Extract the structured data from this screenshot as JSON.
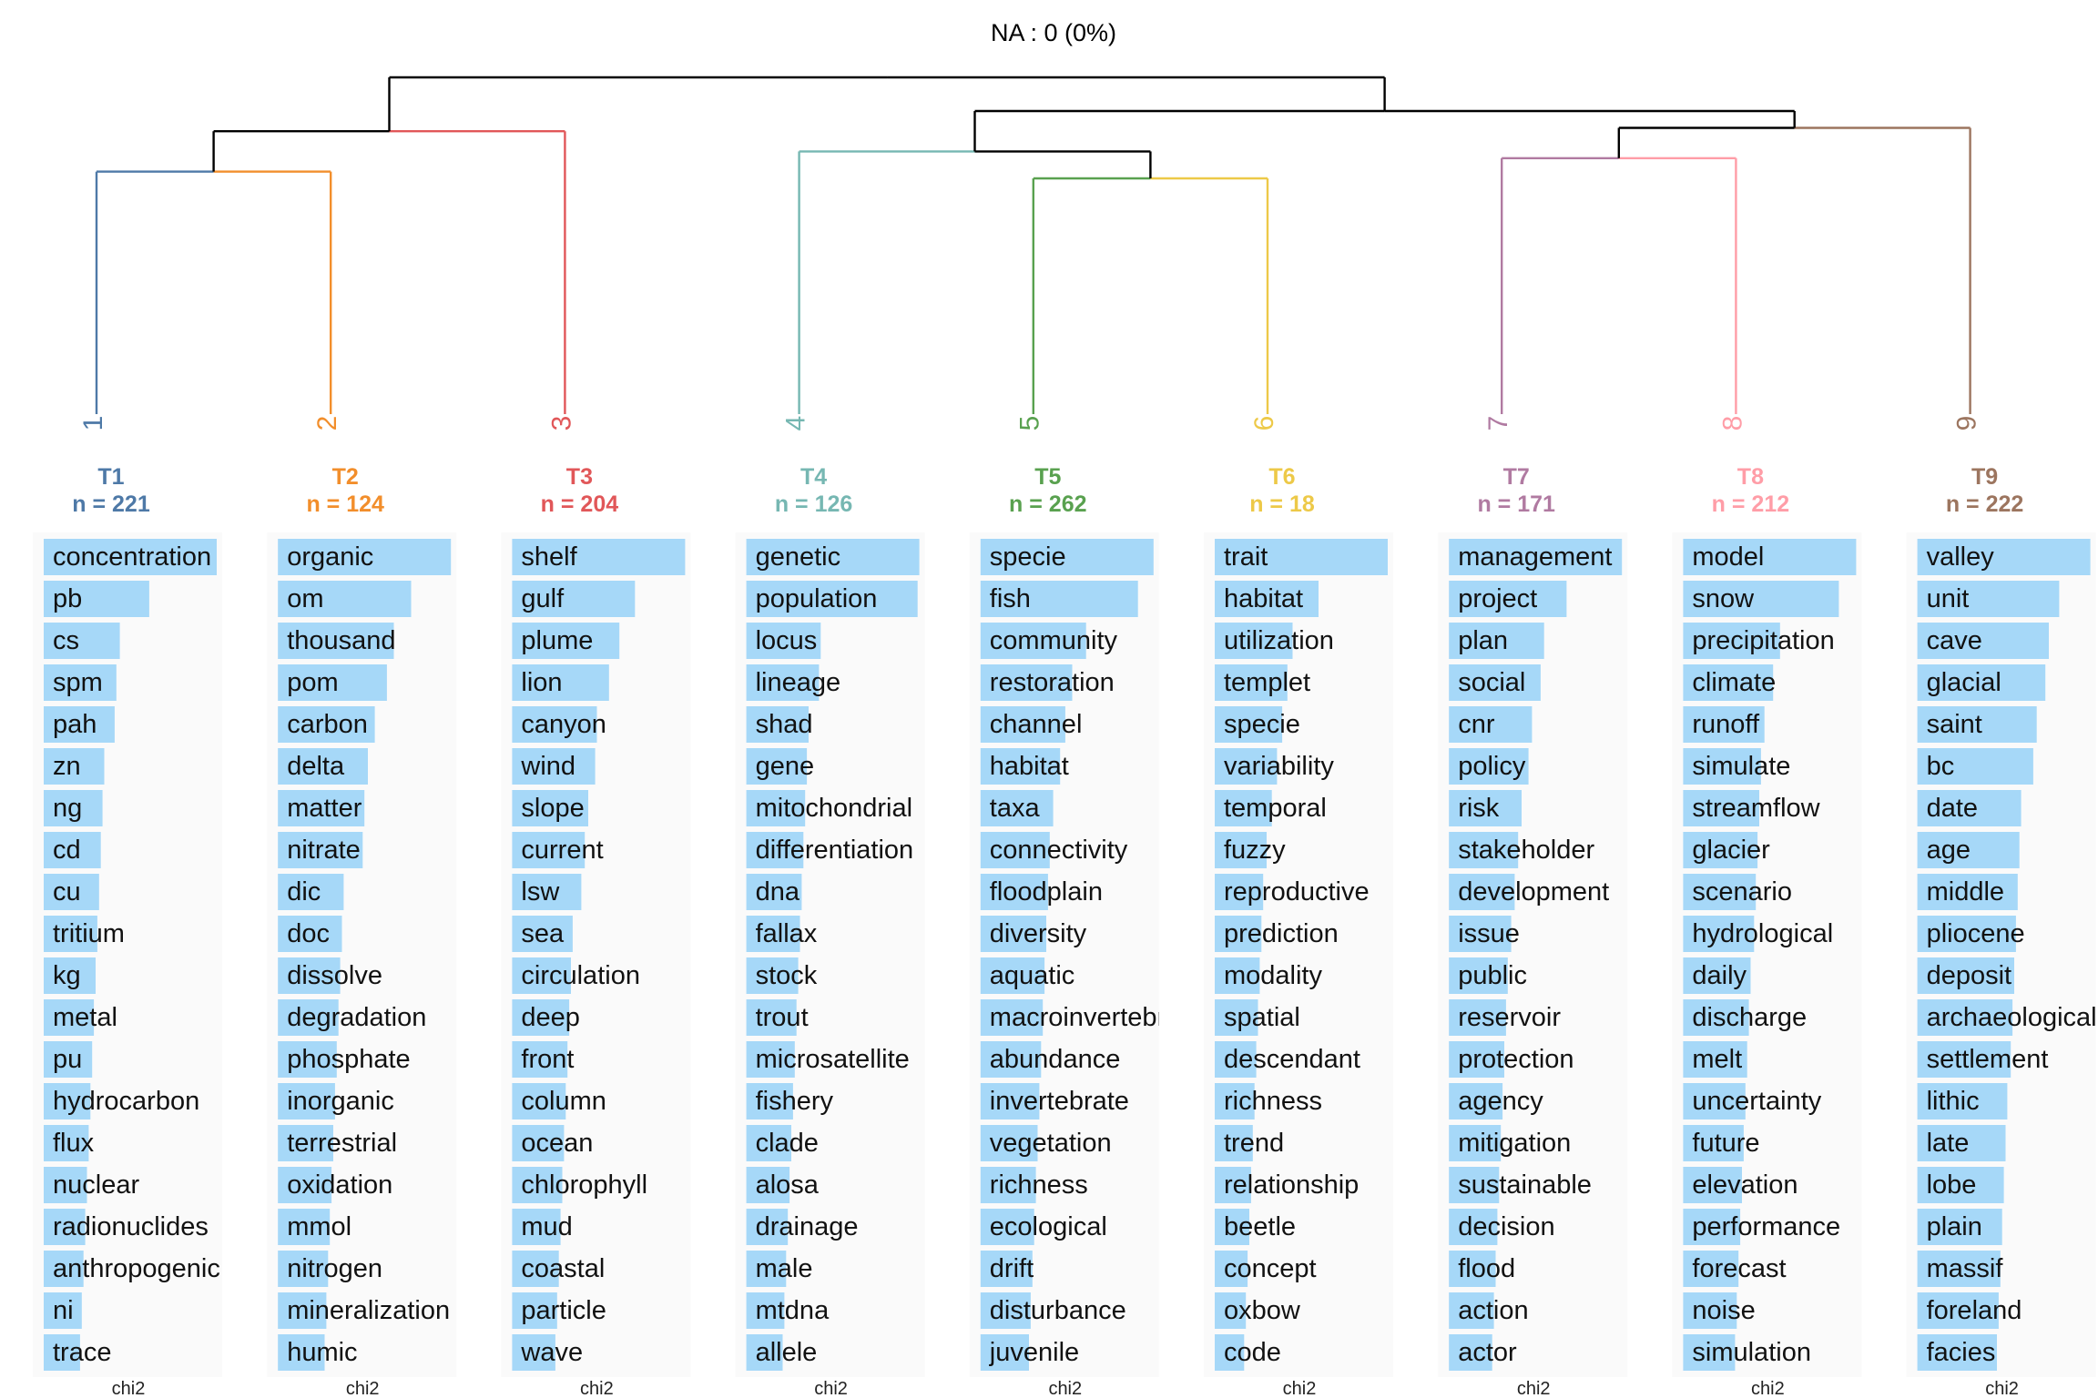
{
  "title": "NA : 0 (0%)",
  "colors": {
    "bar": "#A6D8F8",
    "panel_bg": "#FAFAFA",
    "branch_root": "#000000",
    "clusters": [
      "#4E79A7",
      "#F28E2B",
      "#E15759",
      "#76B7B2",
      "#59A14F",
      "#EDC948",
      "#B07AA1",
      "#FF9DA7",
      "#9C755F"
    ]
  },
  "chart_data": {
    "type": "bar",
    "layout": "dendrogram with one horizontal bar panel per cluster",
    "bar_orientation": "horizontal",
    "x_axis_label": "chi2",
    "dendrogram": {
      "leaves": [
        "1",
        "2",
        "3",
        "4",
        "5",
        "6",
        "7",
        "8",
        "9"
      ],
      "merges": [
        {
          "left": "1",
          "right": "2",
          "level": 0.72
        },
        {
          "left": "5",
          "right": "6",
          "level": 0.7
        },
        {
          "left": "7",
          "right": "8",
          "level": 0.76
        },
        {
          "left": "12",
          "right": "3",
          "level": 0.84
        },
        {
          "left": "4",
          "right": "56",
          "level": 0.78
        },
        {
          "left": "78",
          "right": "9",
          "level": 0.85
        },
        {
          "left": "456",
          "right": "789",
          "level": 0.9
        },
        {
          "left": "123",
          "right": "456789",
          "level": 1.0
        }
      ]
    },
    "clusters": [
      {
        "label": "T1",
        "n_label": "n = 221",
        "leaf": "1",
        "terms": [
          "concentration",
          "pb",
          "cs",
          "spm",
          "pah",
          "zn",
          "ng",
          "cd",
          "cu",
          "tritium",
          "kg",
          "metal",
          "pu",
          "hydrocarbon",
          "flux",
          "nuclear",
          "radionuclides",
          "anthropogenic",
          "ni",
          "trace"
        ],
        "values": [
          100,
          61,
          44,
          42,
          41,
          35,
          34,
          33,
          32,
          31,
          30,
          29,
          28,
          27,
          26,
          25,
          24,
          23,
          22,
          21
        ]
      },
      {
        "label": "T2",
        "n_label": "n = 124",
        "leaf": "2",
        "terms": [
          "organic",
          "om",
          "thousand",
          "pom",
          "carbon",
          "delta",
          "matter",
          "nitrate",
          "dic",
          "doc",
          "dissolve",
          "degradation",
          "phosphate",
          "inorganic",
          "terrestrial",
          "oxidation",
          "mmol",
          "nitrogen",
          "mineralization",
          "humic"
        ],
        "values": [
          100,
          77,
          67,
          63,
          56,
          52,
          50,
          49,
          38,
          37,
          36,
          35,
          34,
          33,
          32,
          31,
          30,
          29,
          28,
          27
        ]
      },
      {
        "label": "T3",
        "n_label": "n = 204",
        "leaf": "3",
        "terms": [
          "shelf",
          "gulf",
          "plume",
          "lion",
          "canyon",
          "wind",
          "slope",
          "current",
          "lsw",
          "sea",
          "circulation",
          "deep",
          "front",
          "column",
          "ocean",
          "chlorophyll",
          "mud",
          "coastal",
          "particle",
          "wave"
        ],
        "values": [
          100,
          71,
          62,
          56,
          49,
          48,
          44,
          42,
          40,
          35,
          34,
          33,
          32,
          31,
          30,
          29,
          28,
          27,
          26,
          25
        ]
      },
      {
        "label": "T4",
        "n_label": "n = 126",
        "leaf": "4",
        "terms": [
          "genetic",
          "population",
          "locus",
          "lineage",
          "shad",
          "gene",
          "mitochondrial",
          "differentiation",
          "dna",
          "fallax",
          "stock",
          "trout",
          "microsatellite",
          "fishery",
          "clade",
          "alosa",
          "drainage",
          "male",
          "mtdna",
          "allele"
        ],
        "values": [
          100,
          99,
          43,
          42,
          36,
          35,
          34,
          33,
          32,
          31,
          30,
          29,
          28,
          27,
          26,
          25,
          24,
          23,
          22,
          21
        ]
      },
      {
        "label": "T5",
        "n_label": "n = 262",
        "leaf": "5",
        "terms": [
          "specie",
          "fish",
          "community",
          "restoration",
          "channel",
          "habitat",
          "taxa",
          "connectivity",
          "floodplain",
          "diversity",
          "aquatic",
          "macroinvertebrate",
          "abundance",
          "invertebrate",
          "vegetation",
          "richness",
          "ecological",
          "drift",
          "disturbance",
          "juvenile"
        ],
        "values": [
          100,
          91,
          61,
          53,
          49,
          46,
          42,
          40,
          39,
          38,
          37,
          36,
          35,
          34,
          33,
          32,
          31,
          30,
          29,
          28
        ]
      },
      {
        "label": "T6",
        "n_label": "n = 18",
        "leaf": "6",
        "terms": [
          "trait",
          "habitat",
          "utilization",
          "templet",
          "specie",
          "variability",
          "temporal",
          "fuzzy",
          "reproductive",
          "prediction",
          "modality",
          "spatial",
          "descendant",
          "richness",
          "trend",
          "relationship",
          "beetle",
          "concept",
          "oxbow",
          "code"
        ],
        "values": [
          100,
          60,
          45,
          42,
          39,
          36,
          33,
          30,
          28,
          27,
          26,
          25,
          24,
          23,
          22,
          21,
          20,
          19,
          18,
          17
        ]
      },
      {
        "label": "T7",
        "n_label": "n = 171",
        "leaf": "7",
        "terms": [
          "management",
          "project",
          "plan",
          "social",
          "cnr",
          "policy",
          "risk",
          "stakeholder",
          "development",
          "issue",
          "public",
          "reservoir",
          "protection",
          "agency",
          "mitigation",
          "sustainable",
          "decision",
          "flood",
          "action",
          "actor"
        ],
        "values": [
          100,
          68,
          55,
          53,
          48,
          46,
          42,
          40,
          38,
          36,
          34,
          33,
          32,
          31,
          30,
          29,
          28,
          27,
          26,
          25
        ]
      },
      {
        "label": "T8",
        "n_label": "n = 212",
        "leaf": "8",
        "terms": [
          "model",
          "snow",
          "precipitation",
          "climate",
          "runoff",
          "simulate",
          "streamflow",
          "glacier",
          "scenario",
          "hydrological",
          "daily",
          "discharge",
          "melt",
          "uncertainty",
          "future",
          "elevation",
          "performance",
          "forecast",
          "noise",
          "simulation"
        ],
        "values": [
          100,
          90,
          56,
          52,
          47,
          45,
          44,
          43,
          42,
          41,
          39,
          38,
          37,
          36,
          35,
          34,
          33,
          32,
          31,
          30
        ]
      },
      {
        "label": "T9",
        "n_label": "n = 222",
        "leaf": "9",
        "terms": [
          "valley",
          "unit",
          "cave",
          "glacial",
          "saint",
          "bc",
          "date",
          "age",
          "middle",
          "pliocene",
          "deposit",
          "archaeological",
          "settlement",
          "lithic",
          "late",
          "lobe",
          "plain",
          "massif",
          "foreland",
          "facies"
        ],
        "values": [
          100,
          82,
          76,
          74,
          69,
          67,
          60,
          59,
          58,
          57,
          56,
          55,
          54,
          52,
          51,
          50,
          49,
          48,
          47,
          46
        ]
      }
    ]
  }
}
